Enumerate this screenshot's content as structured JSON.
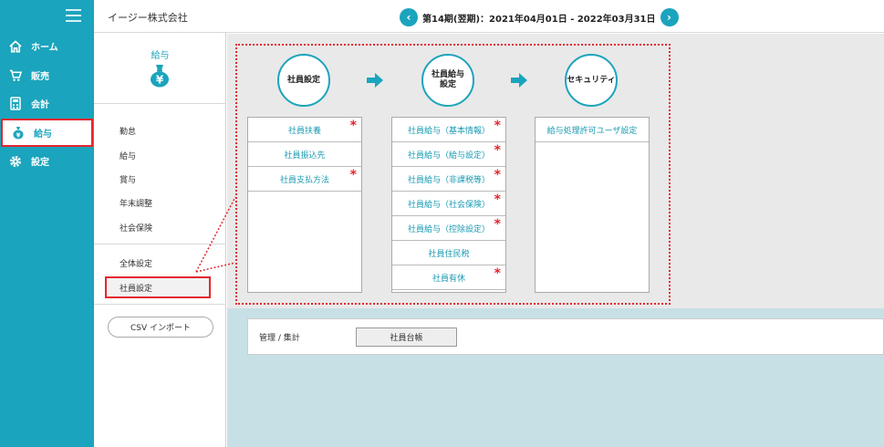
{
  "sidebar": {
    "items": [
      {
        "label": "ホーム",
        "icon": "home-icon"
      },
      {
        "label": "販売",
        "icon": "cart-icon"
      },
      {
        "label": "会計",
        "icon": "calculator-icon"
      },
      {
        "label": "給与",
        "icon": "money-bag-icon",
        "active": true
      },
      {
        "label": "設定",
        "icon": "gear-icon"
      }
    ]
  },
  "header": {
    "company": "イージー株式会社",
    "period": "第14期(翌期)：2021年04月01日 - 2022年03月31日",
    "prev": "‹",
    "next": "›"
  },
  "leftpanel": {
    "title": "給与",
    "group1": [
      "勤怠",
      "給与",
      "賞与",
      "年末調整",
      "社会保険"
    ],
    "group2": [
      "全体設定",
      "社員設定"
    ],
    "csv_button": "CSV インポート"
  },
  "steps": [
    {
      "label": "社員設定"
    },
    {
      "label": "社員給与\n設定"
    },
    {
      "label": "セキュリティ"
    }
  ],
  "columns": [
    {
      "rows": [
        {
          "label": "社員扶養",
          "required": true
        },
        {
          "label": "社員振込先",
          "required": false
        },
        {
          "label": "社員支払方法",
          "required": true
        }
      ]
    },
    {
      "rows": [
        {
          "label": "社員給与（基本情報）",
          "required": true
        },
        {
          "label": "社員給与（給与設定）",
          "required": true
        },
        {
          "label": "社員給与（非課税等）",
          "required": true
        },
        {
          "label": "社員給与（社会保険）",
          "required": true
        },
        {
          "label": "社員給与（控除設定）",
          "required": true
        },
        {
          "label": "社員住民税",
          "required": false
        },
        {
          "label": "社員有休",
          "required": true
        }
      ]
    },
    {
      "rows": [
        {
          "label": "給与処理許可ユーザ設定",
          "required": false
        }
      ]
    }
  ],
  "required_mark": "*",
  "management": {
    "label": "管理 / 集計",
    "button": "社員台帳"
  },
  "colors": {
    "accent": "#1ba4bd",
    "highlight": "#e3262d"
  }
}
